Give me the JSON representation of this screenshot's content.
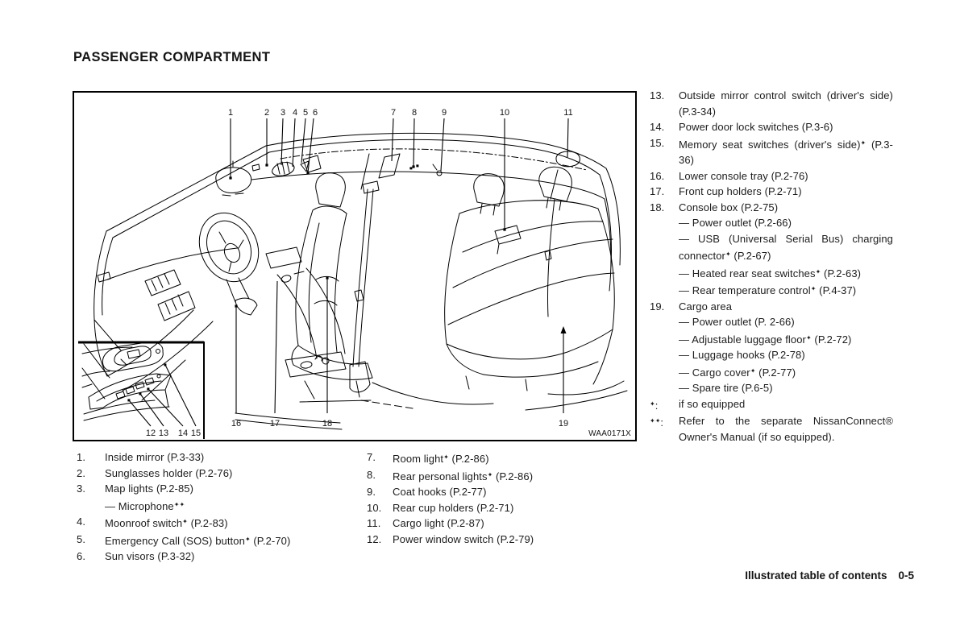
{
  "title": "PASSENGER COMPARTMENT",
  "diagram": {
    "code": "WAA0171X",
    "top": [
      "1",
      "2",
      "3",
      "4",
      "5",
      "6",
      "7",
      "8",
      "9",
      "10",
      "11"
    ],
    "bottom": [
      "16",
      "17",
      "18",
      "19"
    ],
    "inset": [
      "12",
      "13",
      "14",
      "15"
    ]
  },
  "columns": {
    "c1": [
      {
        "n": "1.",
        "t": "Inside mirror (P.3-33)"
      },
      {
        "n": "2.",
        "t": "Sunglasses holder (P.2-76)"
      },
      {
        "n": "3.",
        "t": "Map lights (P.2-85)"
      },
      {
        "n": "",
        "t": "— Microphone✦✦"
      },
      {
        "n": "4.",
        "t": "Moonroof switch✦ (P.2-83)"
      },
      {
        "n": "5.",
        "t": "Emergency Call (SOS) button✦ (P.2-70)"
      },
      {
        "n": "6.",
        "t": "Sun visors (P.3-32)"
      }
    ],
    "c2": [
      {
        "n": "7.",
        "t": "Room light✦ (P.2-86)"
      },
      {
        "n": "8.",
        "t": "Rear personal lights✦ (P.2-86)"
      },
      {
        "n": "9.",
        "t": "Coat hooks (P.2-77)"
      },
      {
        "n": "10.",
        "t": "Rear cup holders (P.2-71)"
      },
      {
        "n": "11.",
        "t": "Cargo light (P.2-87)"
      },
      {
        "n": "12.",
        "t": "Power window switch (P.2-79)"
      }
    ],
    "c3": [
      {
        "n": "13.",
        "t": "Outside mirror control switch (driver's side) (P.3-34)"
      },
      {
        "n": "14.",
        "t": "Power door lock switches (P.3-6)"
      },
      {
        "n": "15.",
        "t": "Memory seat switches (driver's side)✦ (P.3-36)"
      },
      {
        "n": "16.",
        "t": "Lower console tray (P.2-76)"
      },
      {
        "n": "17.",
        "t": "Front cup holders (P.2-71)"
      },
      {
        "n": "18.",
        "t": "Console box (P.2-75)"
      },
      {
        "n": "",
        "t": "— Power outlet (P.2-66)"
      },
      {
        "n": "",
        "t": "— USB (Universal Serial Bus) charging connector✦ (P.2-67)"
      },
      {
        "n": "",
        "t": "— Heated rear seat switches✦ (P.2-63)"
      },
      {
        "n": "",
        "t": "— Rear temperature control✦ (P.4-37)"
      },
      {
        "n": "19.",
        "t": "Cargo area"
      },
      {
        "n": "",
        "t": "— Power outlet (P. 2-66)"
      },
      {
        "n": "",
        "t": "— Adjustable luggage floor✦ (P.2-72)"
      },
      {
        "n": "",
        "t": "— Luggage hooks (P.2-78)"
      },
      {
        "n": "",
        "t": "— Cargo cover✦ (P.2-77)"
      },
      {
        "n": "",
        "t": "— Spare tire (P.6-5)"
      },
      {
        "n": "✦:",
        "t": "if so equipped"
      },
      {
        "n": "✦✦:",
        "t": "Refer to the separate NissanConnect® Owner's Manual (if so equipped)."
      }
    ]
  },
  "footer": {
    "label": "Illustrated table of contents",
    "page": "0-5"
  }
}
